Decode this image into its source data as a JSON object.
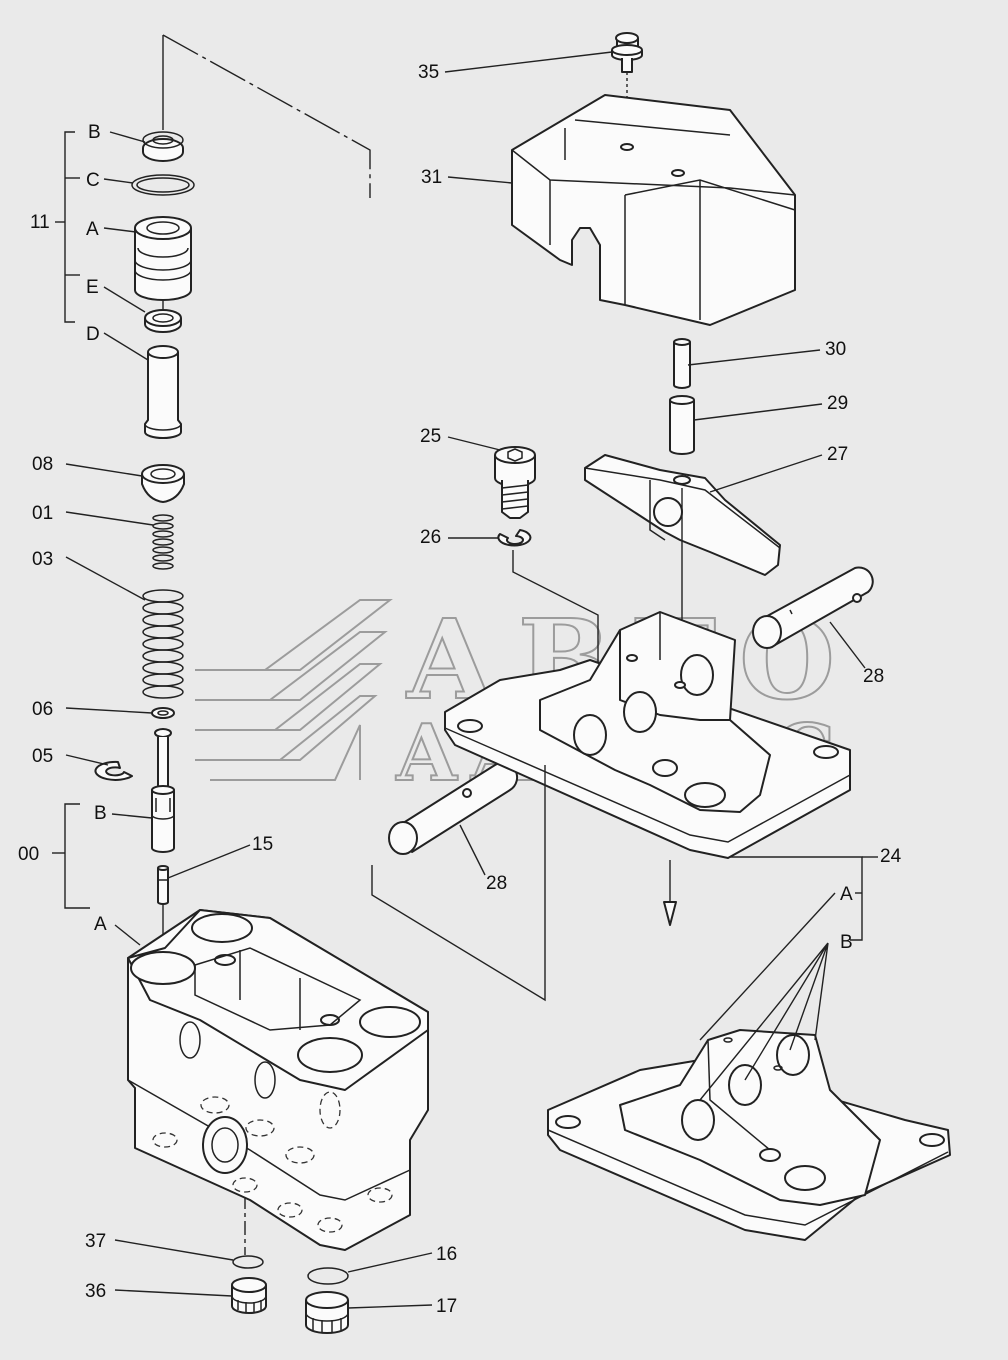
{
  "watermark": {
    "line1": "АВТО",
    "line2": "ААВЗИС"
  },
  "callouts": {
    "c35": "35",
    "c31": "31",
    "c30": "30",
    "c29": "29",
    "c27": "27",
    "c25": "25",
    "c26": "26",
    "c28a": "28",
    "c28b": "28",
    "c24": "24",
    "c24A": "A",
    "c24B": "B",
    "c11": "11",
    "c11B": "B",
    "c11C": "C",
    "c11A": "A",
    "c11E": "E",
    "c11D": "D",
    "c08": "08",
    "c01": "01",
    "c03": "03",
    "c06": "06",
    "c05": "05",
    "c00": "00",
    "c00B": "B",
    "c00A": "A",
    "c15": "15",
    "c37": "37",
    "c36": "36",
    "c16": "16",
    "c17": "17"
  }
}
